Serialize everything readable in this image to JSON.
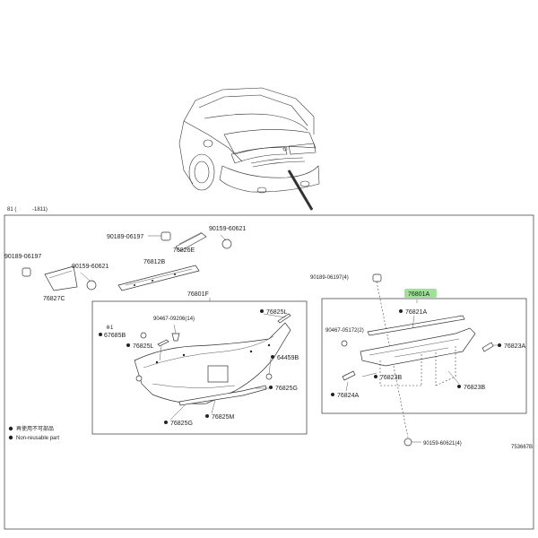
{
  "header": {
    "range_note": "-1811)",
    "range_prefix": "81 ("
  },
  "parts": {
    "p_90189_06197_a": "90189-06197",
    "p_90159_60621_a": "90159-60621",
    "p_76826e": "76826E",
    "p_76812b": "76812B",
    "p_90189_06197_b": "90189-06197",
    "p_90159_60621_b": "90159-60621",
    "p_76827c": "76827C",
    "p_76801f": "76801F",
    "p_90467_09206": "90467-09206(14)",
    "p_76825l_a": "76825L",
    "p_star_mark": "※1",
    "p_67685b": "67685B",
    "p_76825l_b": "76825L",
    "p_64459b": "64459B",
    "p_76825g_a": "76825G",
    "p_76825g_b": "76825G",
    "p_76825m": "76825M",
    "p_90189_06197_c": "90189-06197(4)",
    "p_76801a": "76801A",
    "p_76821a": "76821A",
    "p_90467_05172": "90467-05172(2)",
    "p_76823a": "76823A",
    "p_76823b_a": "76823B",
    "p_76823b_b": "76823B",
    "p_76824a": "76824A",
    "p_90159_60621_c": "90159-60621(4)"
  },
  "legend": {
    "jp": "再使用不可部品",
    "en": "Non-reusable part"
  },
  "footer": {
    "code": "753667B"
  },
  "colors": {
    "highlight": "#9fe09a",
    "line": "#333333"
  }
}
